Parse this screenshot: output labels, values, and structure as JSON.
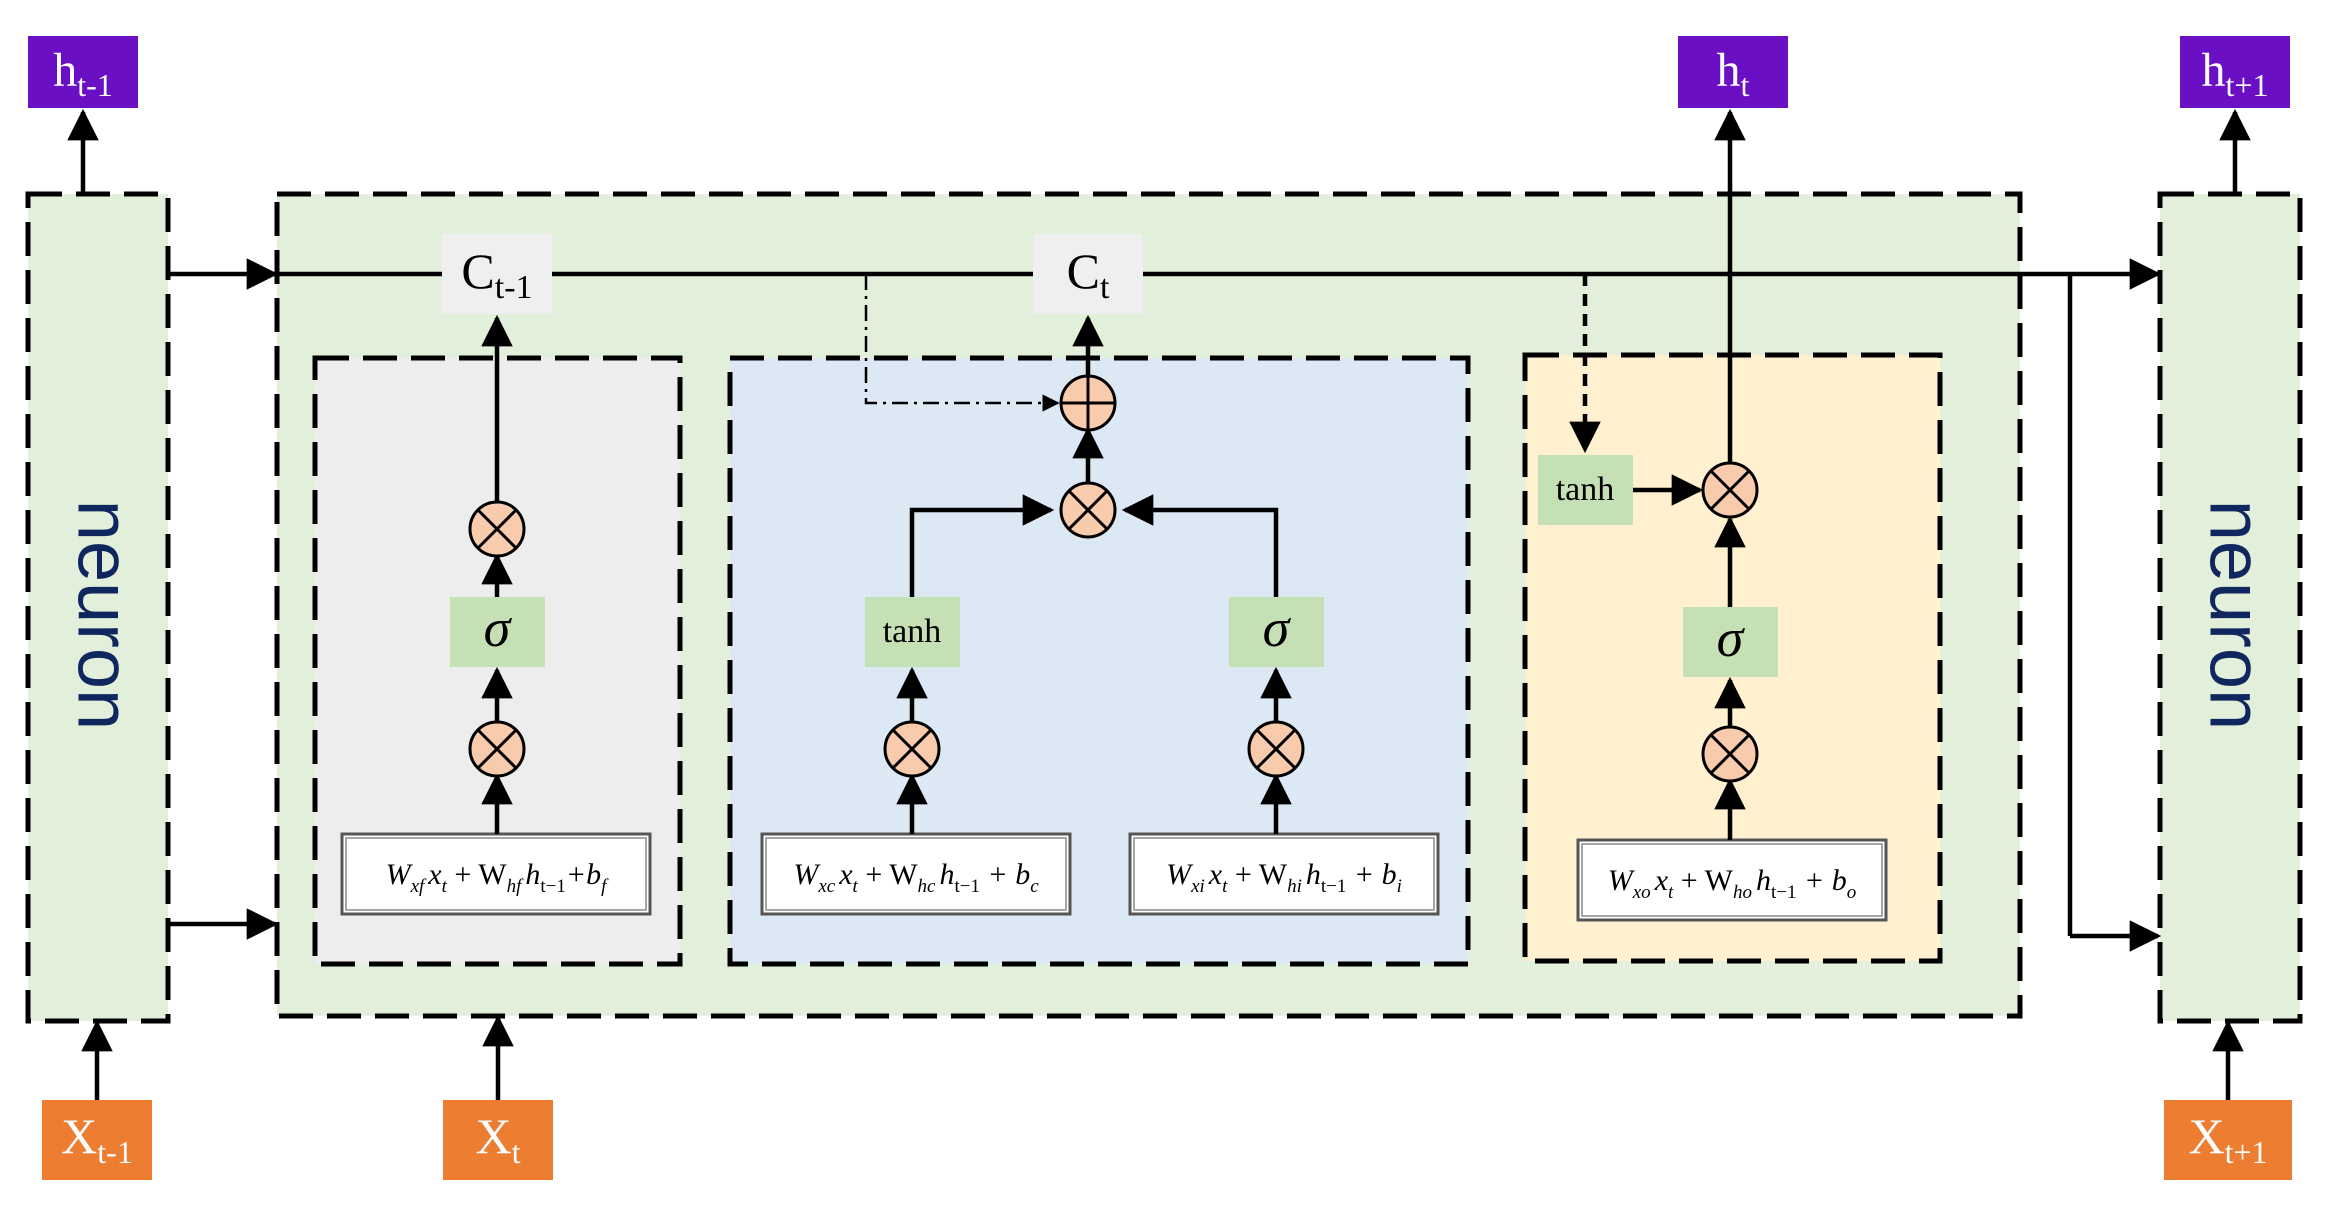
{
  "colors": {
    "cell_bg": "#e2efda",
    "neuron_bg": "#e2efda",
    "forget_bg": "#ededed",
    "input_bg": "#dde8f5",
    "output_bg": "#fff1cf",
    "state_box": "#efefef",
    "activation_box": "#c5e0b4",
    "operator_fill": "#f8cbad",
    "hidden_box": "#6a0fc4",
    "input_box": "#ed7d31",
    "neuron_text": "#10265e",
    "line": "#000000"
  },
  "neurons": {
    "left_label": "neuron",
    "right_label": "neuron"
  },
  "hidden_states": {
    "prev": {
      "main": "h",
      "sub": "t-1"
    },
    "curr": {
      "main": "h",
      "sub": "t"
    },
    "next": {
      "main": "h",
      "sub": "t+1"
    }
  },
  "inputs": {
    "prev": {
      "main": "X",
      "sub": "t-1"
    },
    "curr": {
      "main": "X",
      "sub": "t"
    },
    "next": {
      "main": "X",
      "sub": "t+1"
    }
  },
  "cell_states": {
    "prev": {
      "main": "C",
      "sub": "t-1"
    },
    "curr": {
      "main": "C",
      "sub": "t"
    }
  },
  "activations": {
    "sigma": "σ",
    "tanh": "tanh",
    "multiply": "⊗",
    "add": "⊕"
  },
  "formulas": {
    "forget": {
      "t1": "W",
      "s1": "xf",
      "t2": "x",
      "s2": "t",
      "t3": " + W",
      "s3": "hf",
      "t4": "h",
      "s4": "t−1",
      "t5": "+b",
      "s5": "f"
    },
    "cand": {
      "t1": "W",
      "s1": "xc",
      "t2": "x",
      "s2": "t",
      "t3": " + W",
      "s3": "hc",
      "t4": "h",
      "s4": "t−1",
      "t5": " + b",
      "s5": "c"
    },
    "input": {
      "t1": "W",
      "s1": "xi",
      "t2": "x",
      "s2": "t",
      "t3": " + W",
      "s3": "hi",
      "t4": "h",
      "s4": "t−1",
      "t5": " + b",
      "s5": "i"
    },
    "output": {
      "t1": "W",
      "s1": "xo",
      "t2": "x",
      "s2": "t",
      "t3": " + W",
      "s3": "ho",
      "t4": "h",
      "s4": "t−1",
      "t5": " + b",
      "s5": "o"
    }
  }
}
